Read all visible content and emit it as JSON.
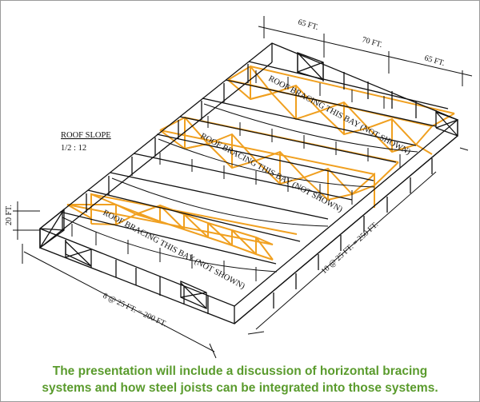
{
  "dimensions": {
    "bay_1": "65 FT.",
    "bay_2": "70 FT.",
    "bay_3": "65 FT.",
    "length": "10 @ 25 FT. = 250 FT.",
    "width": "8 @ 25 FT. = 200 FT.",
    "height": "20 FT."
  },
  "roof_slope": {
    "title": "ROOF SLOPE",
    "value": "1/2 : 12"
  },
  "bracing_labels": [
    "ROOF BRACING THIS BAY (NOT SHOWN)",
    "ROOF BRACING THIS BAY (NOT SHOWN)",
    "ROOF BRACING THIS BAY (NOT SHOWN)"
  ],
  "caption": {
    "line1": "The presentation will include a discussion of horizontal bracing",
    "line2": "systems and how steel joists can be integrated into those systems."
  },
  "colors": {
    "bracing": "#f0a020",
    "caption": "#5a9b2d",
    "lines": "#111111"
  }
}
